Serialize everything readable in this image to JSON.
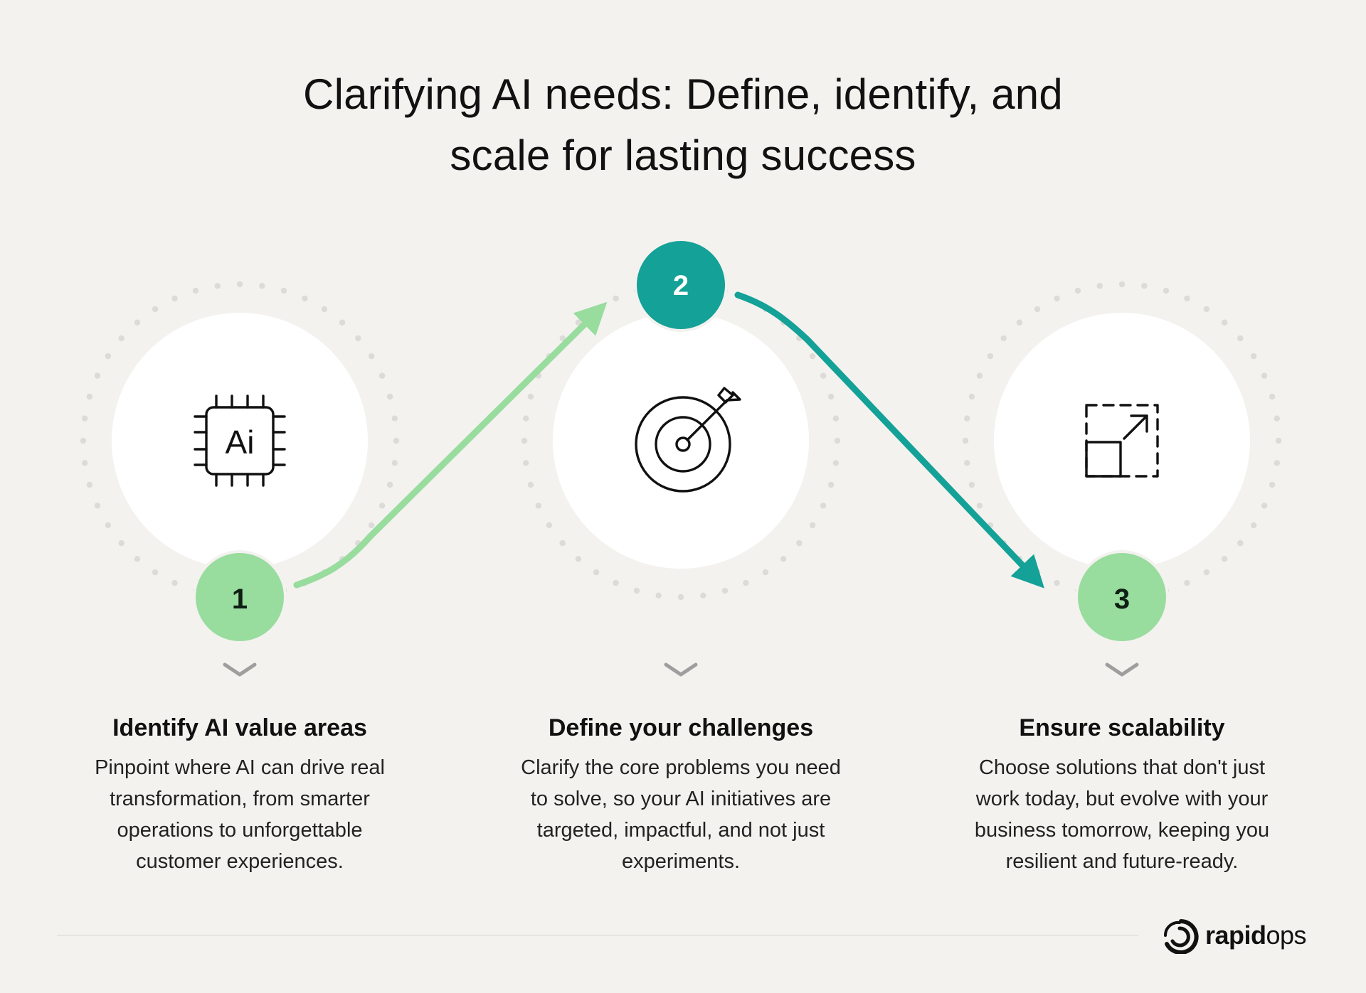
{
  "title": {
    "line1": "Clarifying AI needs: Define, identify, and",
    "line2": "scale for lasting success"
  },
  "colors": {
    "background": "#f3f2ef",
    "light_green": "#98dc9e",
    "teal": "#14a197",
    "dots": "#dcdbd7",
    "chevron": "#9e9e9e"
  },
  "steps": [
    {
      "number": "1",
      "icon": "ai-chip-icon",
      "heading": "Identify AI value areas",
      "lines": [
        "Pinpoint where AI can drive real",
        "transformation, from smarter",
        "operations to unforgettable",
        "customer experiences."
      ]
    },
    {
      "number": "2",
      "icon": "target-arrow-icon",
      "heading": "Define your challenges",
      "lines": [
        "Clarify the core problems you need",
        "to solve, so your AI initiatives are",
        "targeted, impactful, and not just",
        "experiments."
      ]
    },
    {
      "number": "3",
      "icon": "scale-expand-icon",
      "heading": "Ensure scalability",
      "lines": [
        "Choose solutions that don't just",
        "work today, but evolve with your",
        "business tomorrow, keeping you",
        "resilient and future-ready."
      ]
    }
  ],
  "icon_text": {
    "ai_chip": "Ai"
  },
  "logo": {
    "bold": "rapid",
    "light": "ops",
    "icon": "rapidops-logo-icon"
  }
}
